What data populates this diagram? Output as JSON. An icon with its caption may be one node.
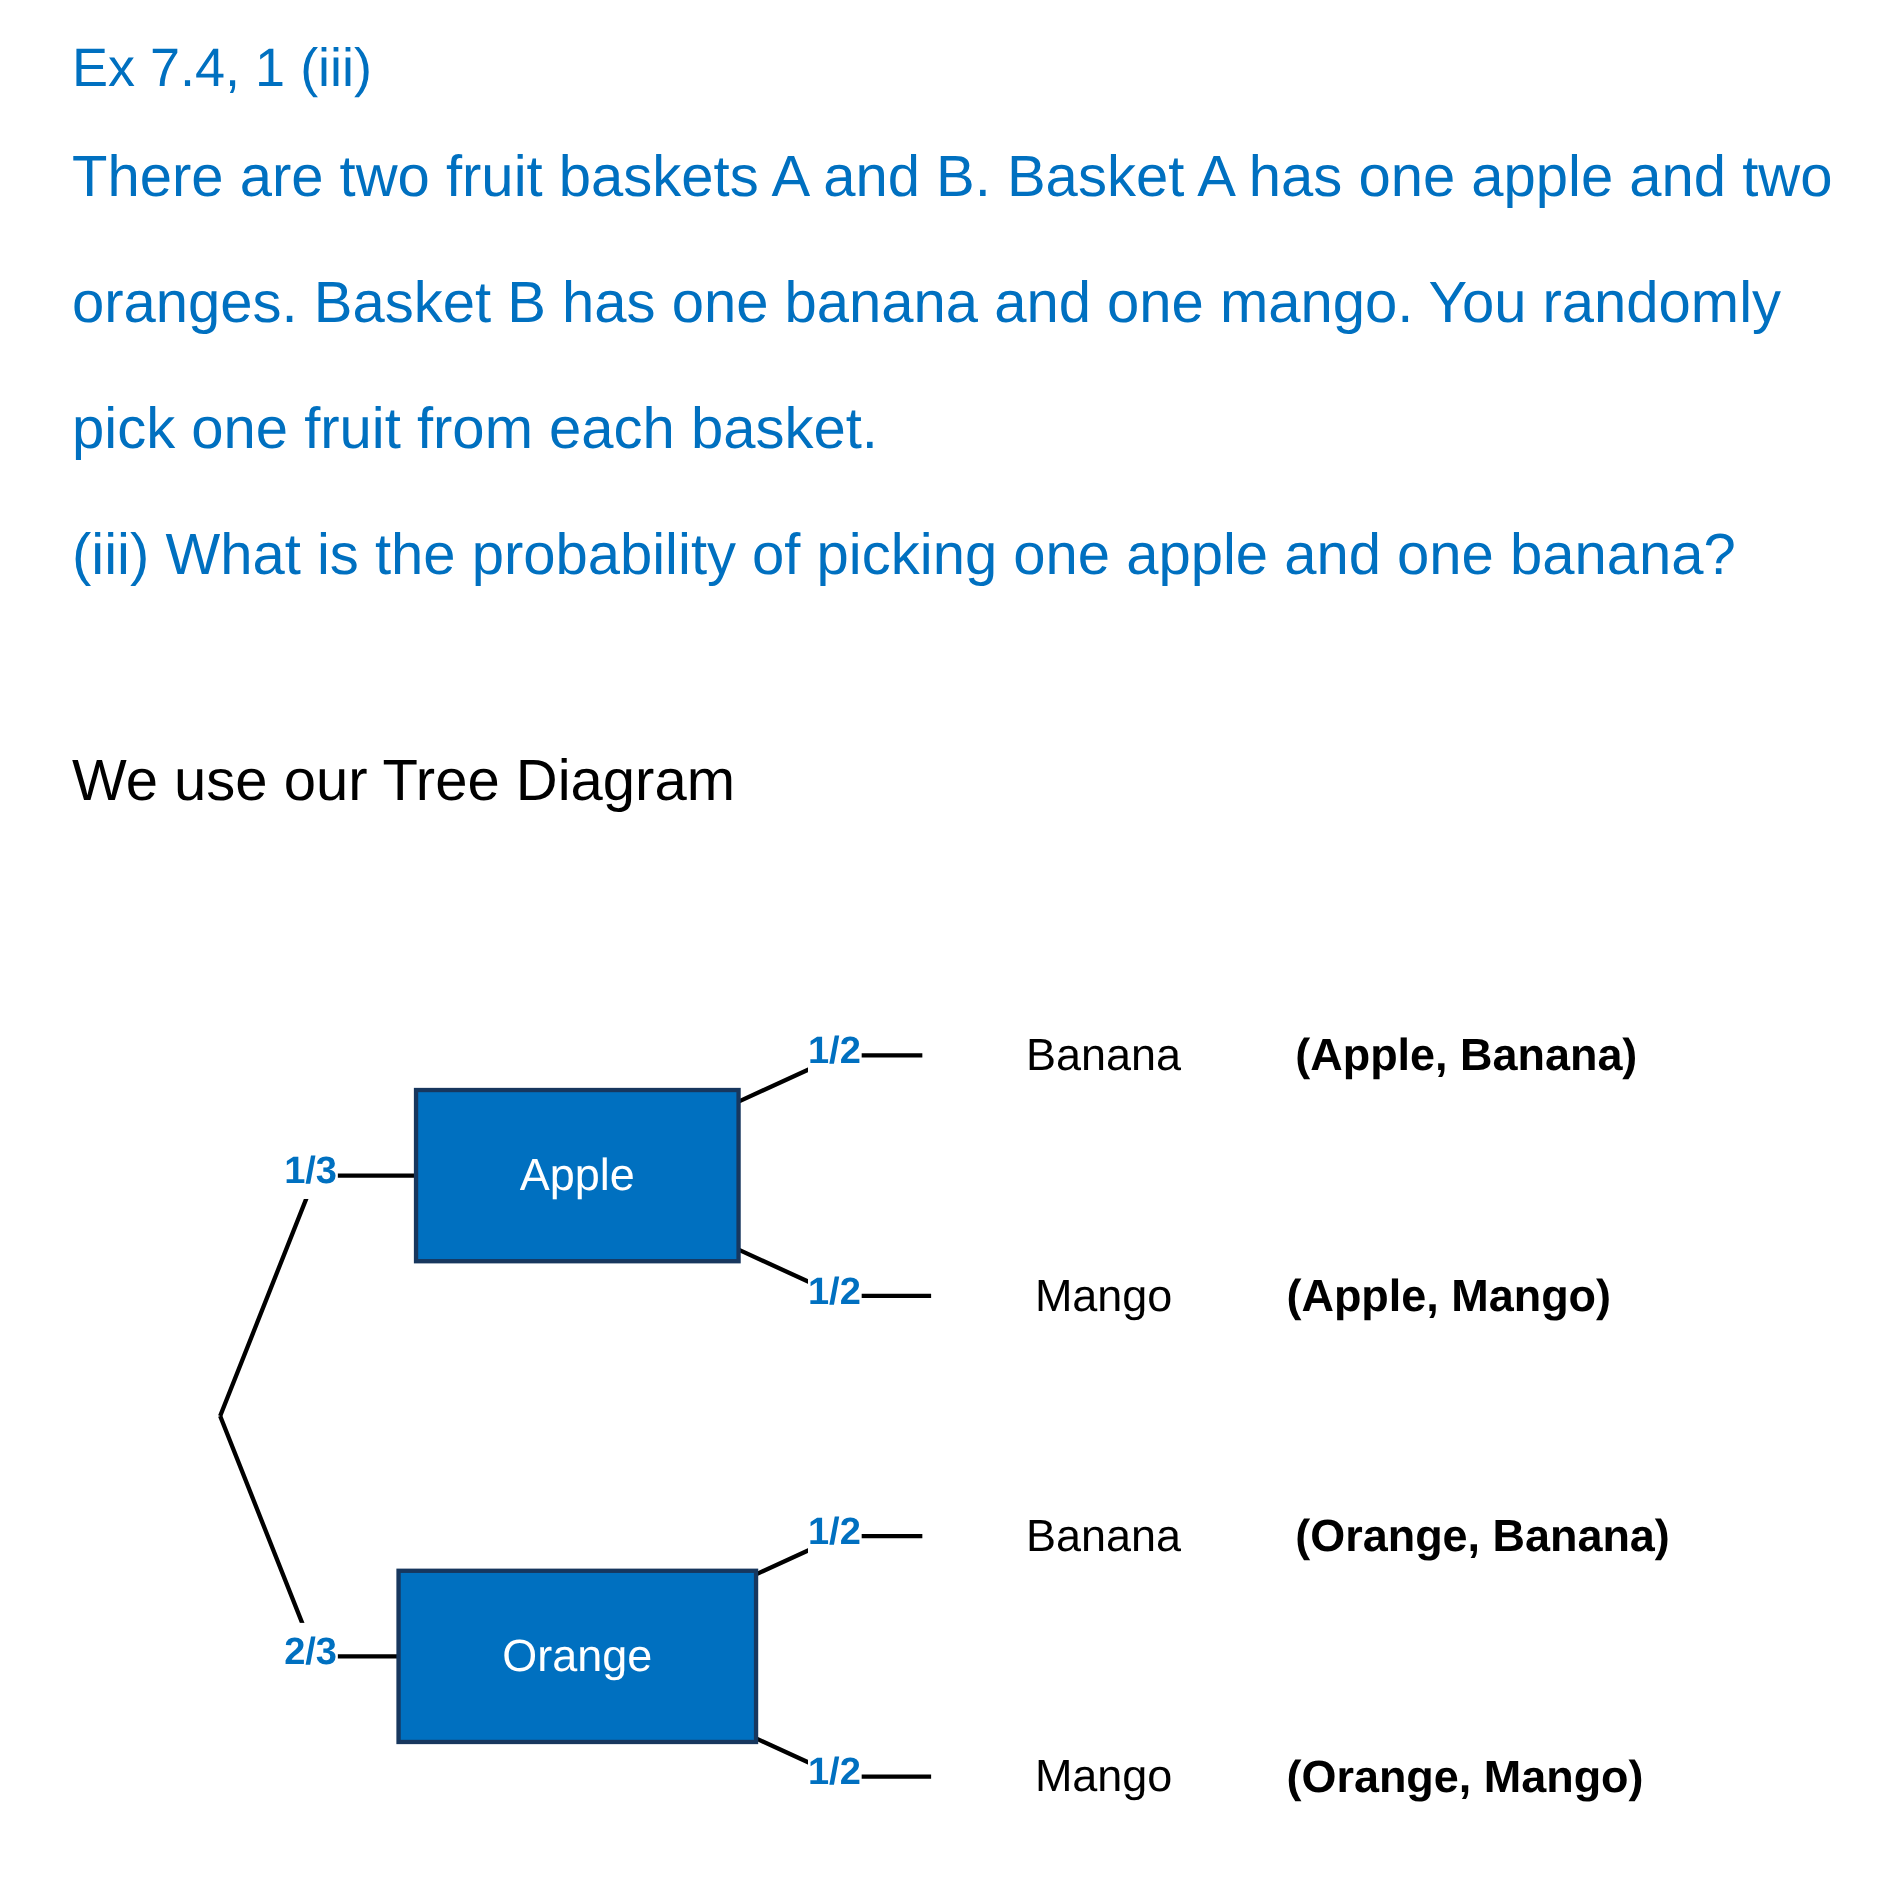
{
  "diagram": {
    "title": "Ex 7.4, 1 (iii)",
    "nodes": [
      {
        "text": [
          "Apple"
        ]
      },
      {
        "text": [
          "Orange"
        ]
      },
      {
        "text": [
          "Banana"
        ],
        "beside": [
          "(Apple, Banana)"
        ]
      },
      {
        "text": [
          "Mango"
        ],
        "beside": [
          "(Apple, Mango)"
        ]
      },
      {
        "text": [
          "Banana"
        ],
        "beside": [
          "(Orange, Banana)"
        ]
      },
      {
        "text": [
          "Mango"
        ],
        "beside": [
          "(Orange, Mango)"
        ]
      }
    ],
    "edges": [
      {
        "from": null,
        "to": 0,
        "arrow": "none",
        "label": "1/3"
      },
      {
        "from": null,
        "to": 1,
        "arrow": "none",
        "label": "2/3"
      },
      {
        "from": 0,
        "to": 2,
        "arrow": "none",
        "label": "1/2"
      },
      {
        "from": 0,
        "to": 3,
        "arrow": "none",
        "label": "1/2"
      },
      {
        "from": 1,
        "to": 4,
        "arrow": "none",
        "label": "1/2"
      },
      {
        "from": 1,
        "to": 5,
        "arrow": "none",
        "label": "1/2"
      }
    ],
    "labels": [
      "There are two fruit baskets A and B. Basket A has one apple and two oranges. Basket B has one banana and one mango. You randomly pick one fruit from each basket.",
      "(iii) What is the probability of picking one apple and one banana?",
      "We use our Tree Diagram"
    ]
  }
}
